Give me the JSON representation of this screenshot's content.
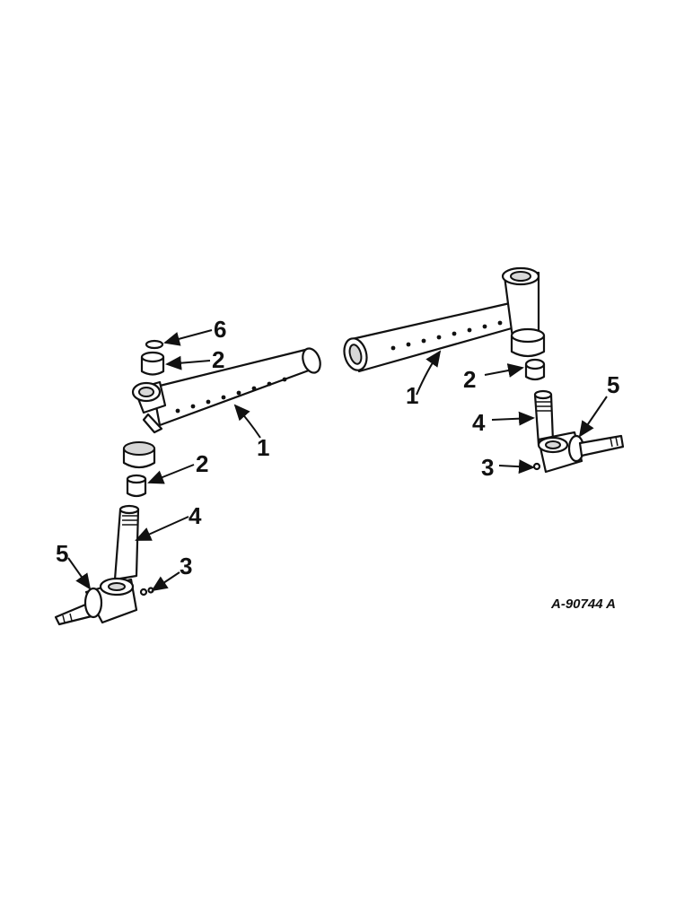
{
  "figure_id": "A-90744 A",
  "callouts": {
    "left_6": "6",
    "left_2_upper": "2",
    "left_1": "1",
    "left_2_lower": "2",
    "left_4": "4",
    "left_5": "5",
    "left_3": "3",
    "right_1": "1",
    "right_2": "2",
    "right_4": "4",
    "right_5": "5",
    "right_3": "3"
  },
  "colors": {
    "ink": "#111111",
    "paper": "#ffffff"
  }
}
